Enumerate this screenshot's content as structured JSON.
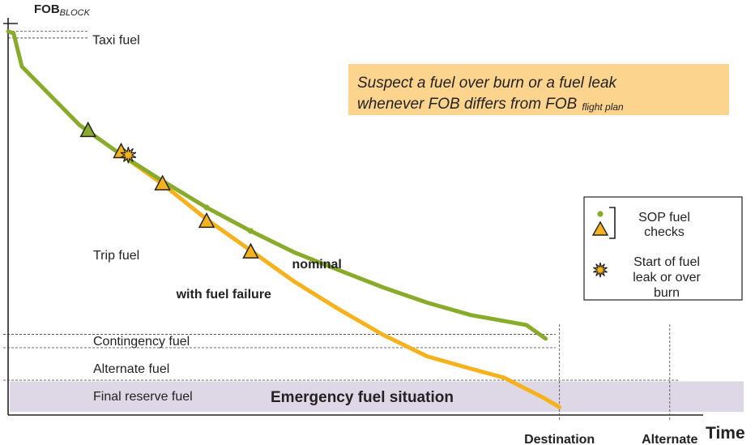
{
  "chart_data": {
    "type": "line",
    "y_axis_label": "FOB",
    "y_axis_label_sub": "BLOCK",
    "x_axis_label": "Time",
    "annotation": {
      "line1": "Suspect a fuel over burn or a fuel leak",
      "line2_main": "whenever FOB differs from FOB",
      "line2_sub": "flight plan",
      "background": "#fdd48e"
    },
    "fuel_levels": [
      {
        "label": "Taxi fuel",
        "value": 96
      },
      {
        "label": "Trip fuel",
        "value": 41
      },
      {
        "label": "Contingency fuel",
        "value": 19
      },
      {
        "label": "Alternate fuel",
        "value": 12
      },
      {
        "label": "Final reserve fuel",
        "value": 5
      }
    ],
    "reference_lines": {
      "taxi_top": 98,
      "taxi_bottom": 96.3,
      "contingency_top": 20.6,
      "contingency_bottom": 17.2,
      "alternate_bottom": 8.9
    },
    "emergency_band": {
      "label": "Emergency fuel situation",
      "from": 0.8,
      "to": 8.6,
      "color": "#ded8e6",
      "text_color": "#d0105a"
    },
    "x_markers": [
      {
        "label": "Destination",
        "x": 100
      },
      {
        "label": "Alternate",
        "x": 120
      }
    ],
    "series": [
      {
        "name": "nominal",
        "color": "#88ab2c",
        "points": [
          [
            0,
            98
          ],
          [
            1,
            97.5
          ],
          [
            2.5,
            89
          ],
          [
            13,
            74
          ],
          [
            20.5,
            66.5
          ],
          [
            28,
            59.8
          ],
          [
            36,
            53
          ],
          [
            44,
            47
          ],
          [
            52,
            41.5
          ],
          [
            60,
            37
          ],
          [
            68,
            32.6
          ],
          [
            76,
            28.7
          ],
          [
            84,
            25.5
          ],
          [
            90,
            24
          ],
          [
            94,
            23
          ],
          [
            97.5,
            19.5
          ]
        ]
      },
      {
        "name": "with fuel failure",
        "color": "#f5b21c",
        "points": [
          [
            20.5,
            66.5
          ],
          [
            28,
            59
          ],
          [
            36,
            50
          ],
          [
            44,
            42
          ],
          [
            52,
            34
          ],
          [
            60,
            27
          ],
          [
            68,
            20.5
          ],
          [
            76,
            15
          ],
          [
            84,
            11.8
          ],
          [
            90,
            9.5
          ],
          [
            97,
            4.5
          ],
          [
            100,
            2
          ]
        ]
      }
    ],
    "nominal_checks": [
      [
        36,
        53
      ],
      [
        44,
        47
      ]
    ],
    "checks": [
      [
        14.5,
        72.8
      ],
      [
        20.5,
        67.4
      ],
      [
        28,
        59.2
      ],
      [
        36,
        49.6
      ],
      [
        44,
        41.8
      ]
    ],
    "leak_start": [
      21.8,
      66.4
    ],
    "legend": {
      "checks_label_1": "SOP fuel",
      "checks_label_2": "checks",
      "leak_label_1": "Start of fuel",
      "leak_label_2": "leak or over",
      "leak_label_3": "burn"
    },
    "series_labels": [
      {
        "text": "nominal",
        "x": 51.5,
        "y": 37.5
      },
      {
        "text": "with fuel failure",
        "x": 30.5,
        "y": 29.8
      }
    ],
    "xlim": [
      0,
      124
    ],
    "ylim": [
      0,
      100
    ]
  }
}
